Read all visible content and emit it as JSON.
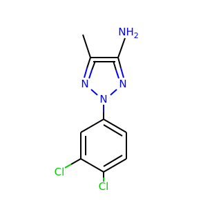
{
  "molecule": {
    "labels": {
      "amine": "NH",
      "amine_subscript": "2",
      "ring_n_left": "N",
      "ring_n_center": "N",
      "ring_n_right": "N",
      "chloro_meta": "Cl",
      "chloro_para": "Cl"
    },
    "colors": {
      "bond": "#000000",
      "nitrogen": "#0000ff",
      "chlorine": "#00cc00",
      "background": "#ffffff"
    }
  }
}
